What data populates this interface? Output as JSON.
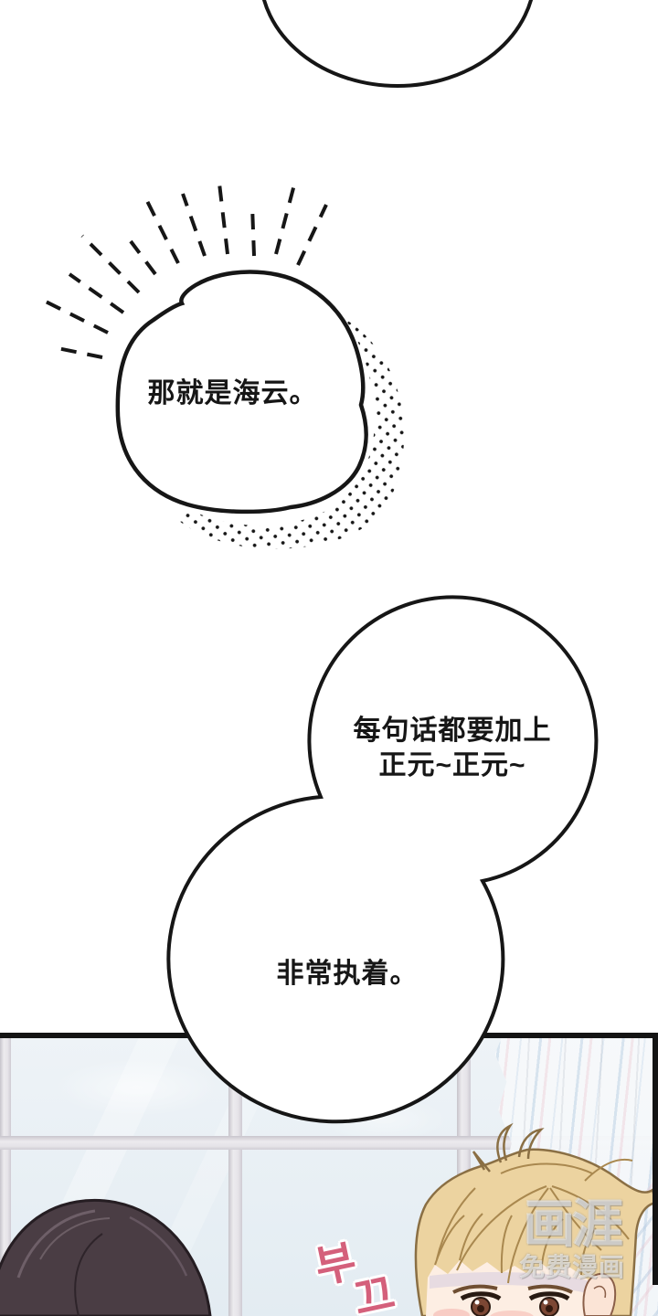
{
  "speech": {
    "cloud": {
      "text": "那就是海云。"
    },
    "double_bubble": {
      "line1": "每句话都要加上",
      "line2": "正元~正元~",
      "bottom_text": "非常执着。"
    }
  },
  "sfx": {
    "text": "부끄",
    "chars": [
      "부",
      "끄"
    ],
    "color": "#d4607b"
  },
  "watermark": {
    "logo": "画涯",
    "tagline": "免费漫画"
  },
  "colors": {
    "ink": "#161616",
    "paper": "#ffffff",
    "glass_blue": "#e9f0f5",
    "frame_gray": "#e7e5ea",
    "curtain_blue": "#c0d2e4",
    "curtain_pink": "#ecd0da",
    "hair_dark": "#4a3d44",
    "hair_blonde": "#ecd3a0",
    "skin": "#fdeee3",
    "sfx_pink": "#d4607b"
  }
}
